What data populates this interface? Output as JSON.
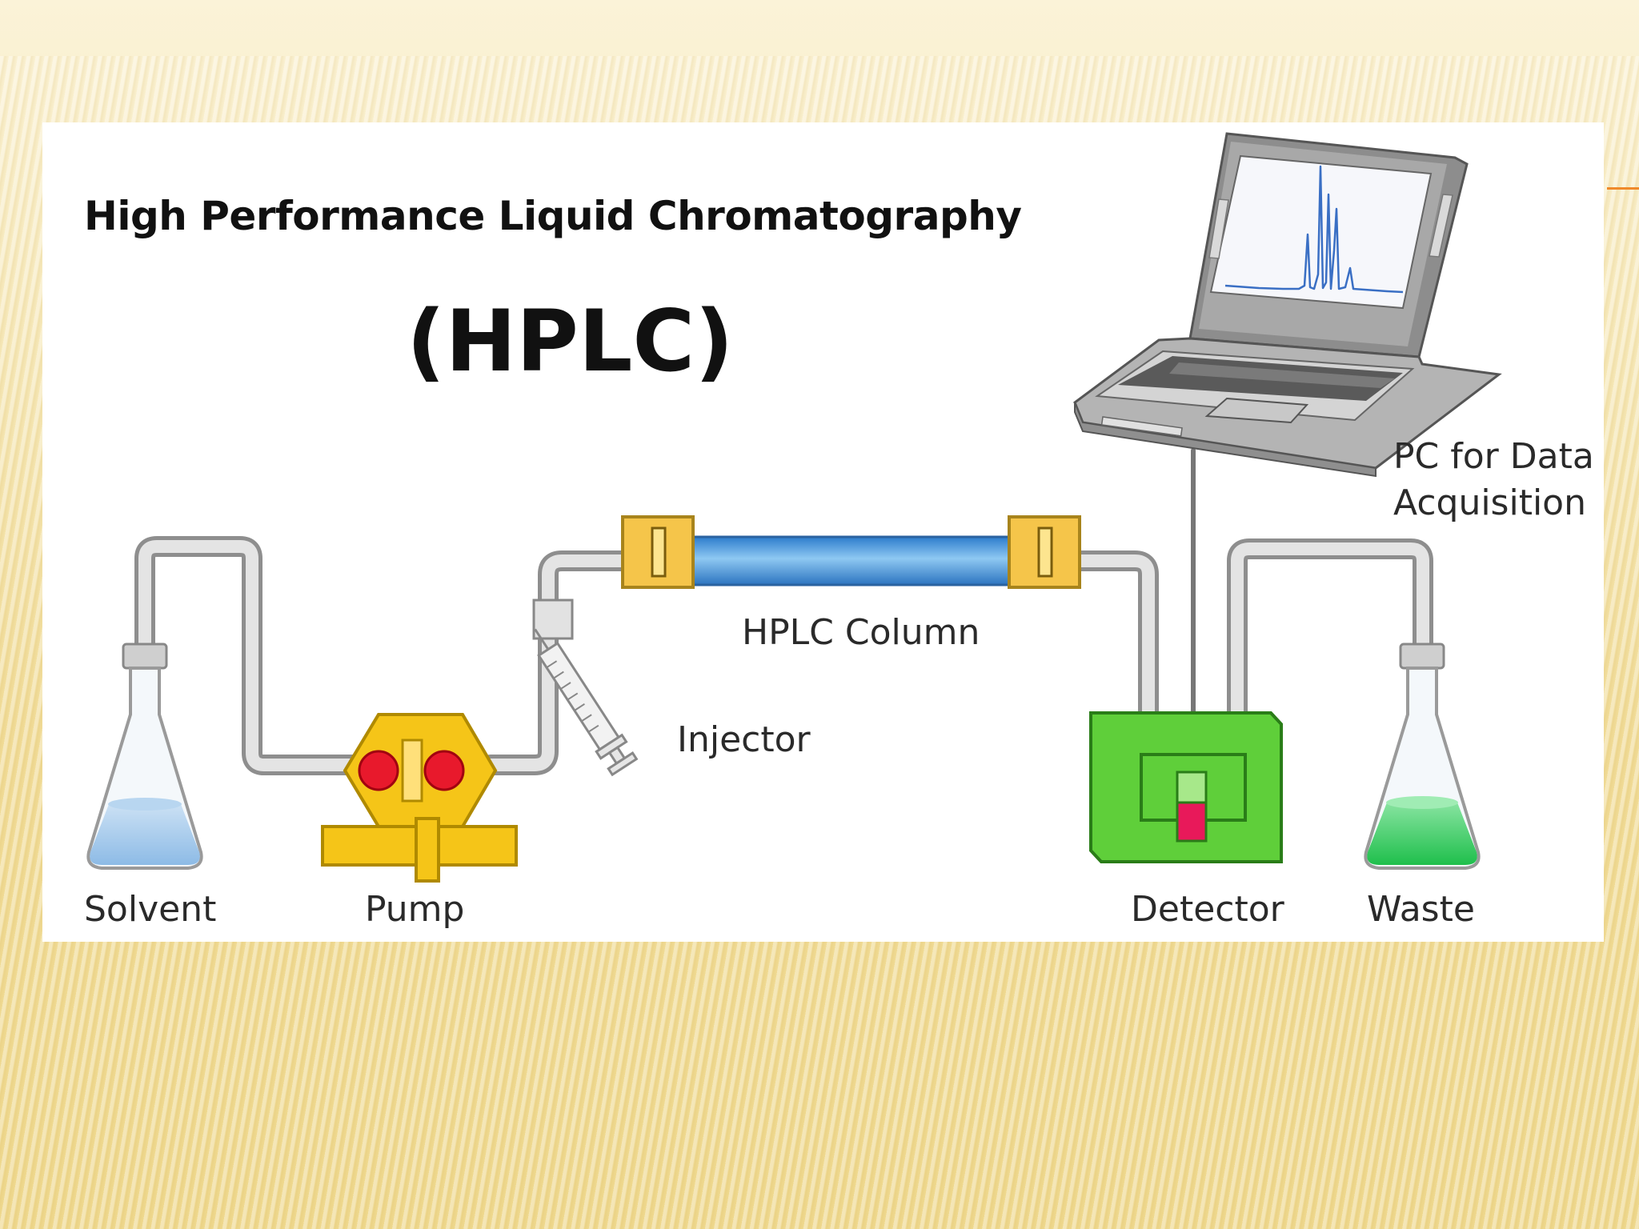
{
  "diagram": {
    "title": "High Performance Liquid Chromatography",
    "subtitle": "(HPLC)",
    "labels": {
      "solvent": "Solvent",
      "pump": "Pump",
      "injector": "Injector",
      "column": "HPLC Column",
      "detector": "Detector",
      "waste": "Waste",
      "pc_line1": "PC for Data",
      "pc_line2": "Acquisition"
    }
  },
  "colors": {
    "background": "#f3e2a6",
    "accent": "#f08a2a",
    "column": "#3d8fd6",
    "column_fitting": "#f5c54a",
    "pump": "#f5c518",
    "pump_heads": "#e8192c",
    "detector": "#5fcf3a",
    "detector_cell": "#e8195a",
    "solvent_liquid": "#9fc7ea",
    "waste_liquid": "#2ecf5a"
  }
}
